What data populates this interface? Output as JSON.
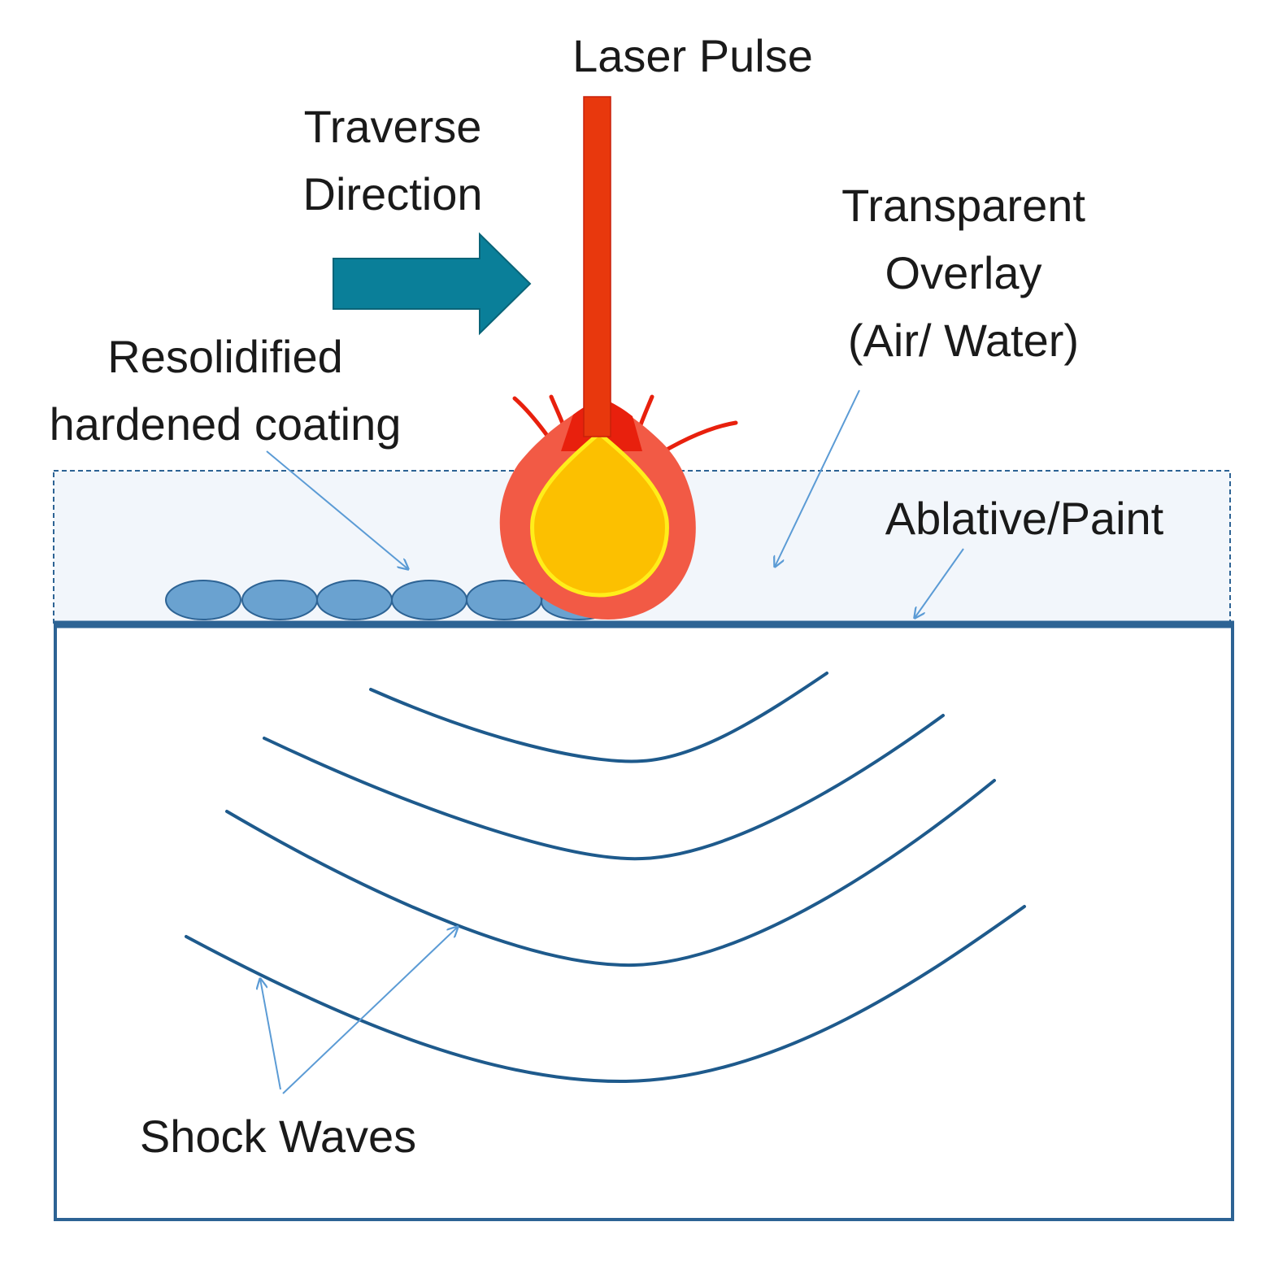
{
  "labels": {
    "laser_pulse": "Laser Pulse",
    "traverse_line1": "Traverse",
    "traverse_line2": "Direction",
    "overlay_line1": "Transparent",
    "overlay_line2": "Overlay",
    "overlay_line3": "(Air/ Water)",
    "coating_line1": "Resolidified",
    "coating_line2": "hardened coating",
    "ablative": "Ablative/Paint",
    "shock_waves": "Shock Waves"
  },
  "colors": {
    "laser_beam": "#e8380d",
    "traverse_arrow": "#0a7f99",
    "plasma_outer": "#f25a45",
    "plasma_core": "#fcc000",
    "plasma_core_outline": "#ffee1a",
    "flame_red": "#e8200d",
    "overlay_fill": "#f2f6fb",
    "border_blue": "#2d6394",
    "coating_fill": "#6aa2d0",
    "shock_wave": "#1e5a8c",
    "leader_line": "#5b9bd5"
  }
}
